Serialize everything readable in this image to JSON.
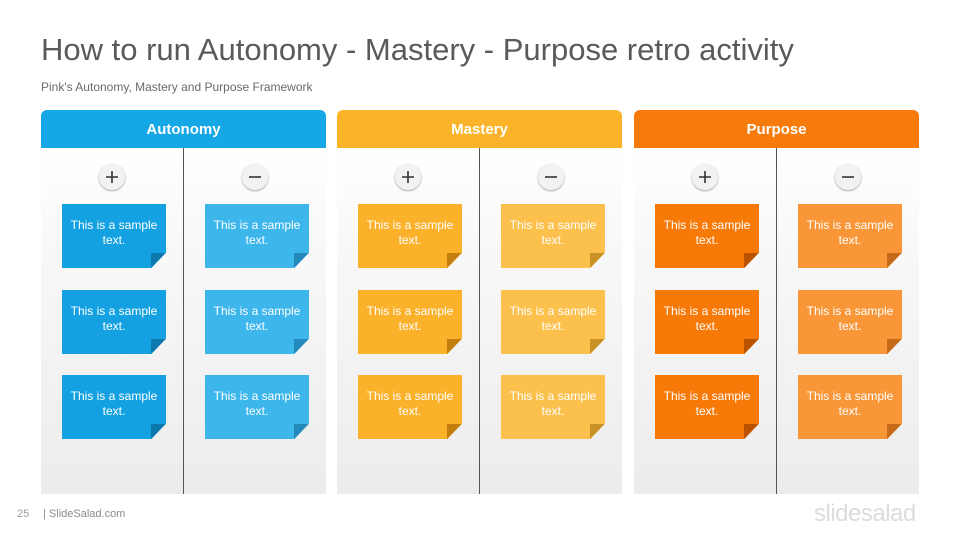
{
  "title": "How to run Autonomy - Mastery - Purpose retro activity",
  "subtitle": "Pink's Autonomy, Mastery and Purpose Framework",
  "groups": [
    {
      "name": "Autonomy",
      "header_color": "#15a7e6",
      "plus_notes": [
        "This is a sample text.",
        "This is a sample text.",
        "This is a sample text."
      ],
      "minus_notes": [
        "This is a sample text.",
        "This is a sample text.",
        "This is a sample text."
      ],
      "plus_note_color": "#13a1e2",
      "minus_note_color": "#3db6ec",
      "plus_fold_color": "#0e78ad",
      "minus_fold_color": "#2389bb"
    },
    {
      "name": "Mastery",
      "header_color": "#fbb42a",
      "plus_notes": [
        "This is a sample text.",
        "This is a sample text.",
        "This is a sample text."
      ],
      "minus_notes": [
        "This is a sample text.",
        "This is a sample text.",
        "This is a sample text."
      ],
      "plus_note_color": "#fbb12a",
      "minus_note_color": "#fcc04d",
      "plus_fold_color": "#c27f0e",
      "minus_fold_color": "#c99226"
    },
    {
      "name": "Purpose",
      "header_color": "#f77b0a",
      "plus_notes": [
        "This is a sample text.",
        "This is a sample text.",
        "This is a sample text."
      ],
      "minus_notes": [
        "This is a sample text.",
        "This is a sample text.",
        "This is a sample text."
      ],
      "plus_note_color": "#f77908",
      "minus_note_color": "#f99638",
      "plus_fold_color": "#b95300",
      "minus_fold_color": "#c46a18"
    }
  ],
  "footer": {
    "page_number": "25",
    "site": "| SlideSalad.com",
    "logo": "slidesalad"
  },
  "icons": {
    "plus": "plus-icon",
    "minus": "minus-icon"
  }
}
